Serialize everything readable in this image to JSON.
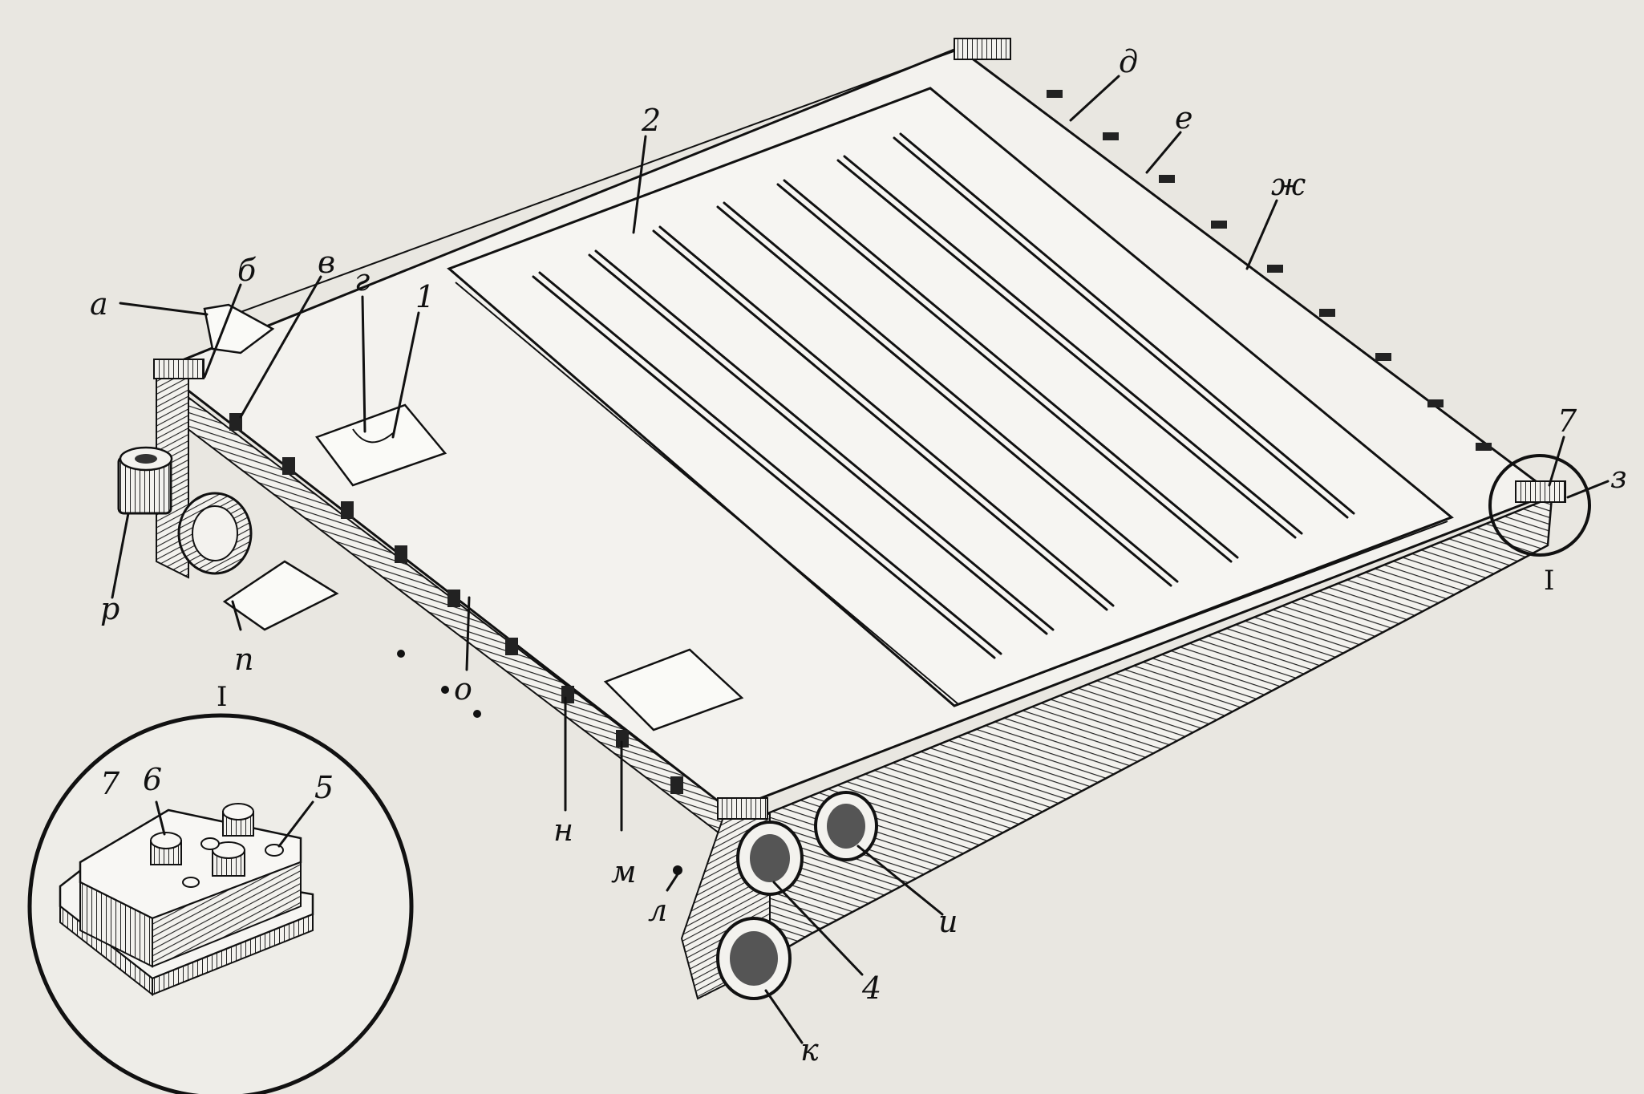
{
  "labels": {
    "a": "а",
    "b": "б",
    "v": "в",
    "g": "г",
    "d": "д",
    "e": "е",
    "zh": "ж",
    "z": "з",
    "i": "и",
    "k": "к",
    "l": "л",
    "m": "м",
    "n": "н",
    "o": "о",
    "p": "п",
    "r": "р",
    "n1": "1",
    "n2": "2",
    "n4": "4",
    "n5": "5",
    "n6": "6",
    "n7": "7",
    "n7b": "7",
    "detail_mark": "I",
    "detail_mark_inset": "I"
  },
  "colors": {
    "paper": "#e9e7e1",
    "ink": "#111111",
    "plate": "#f3f2ee"
  }
}
